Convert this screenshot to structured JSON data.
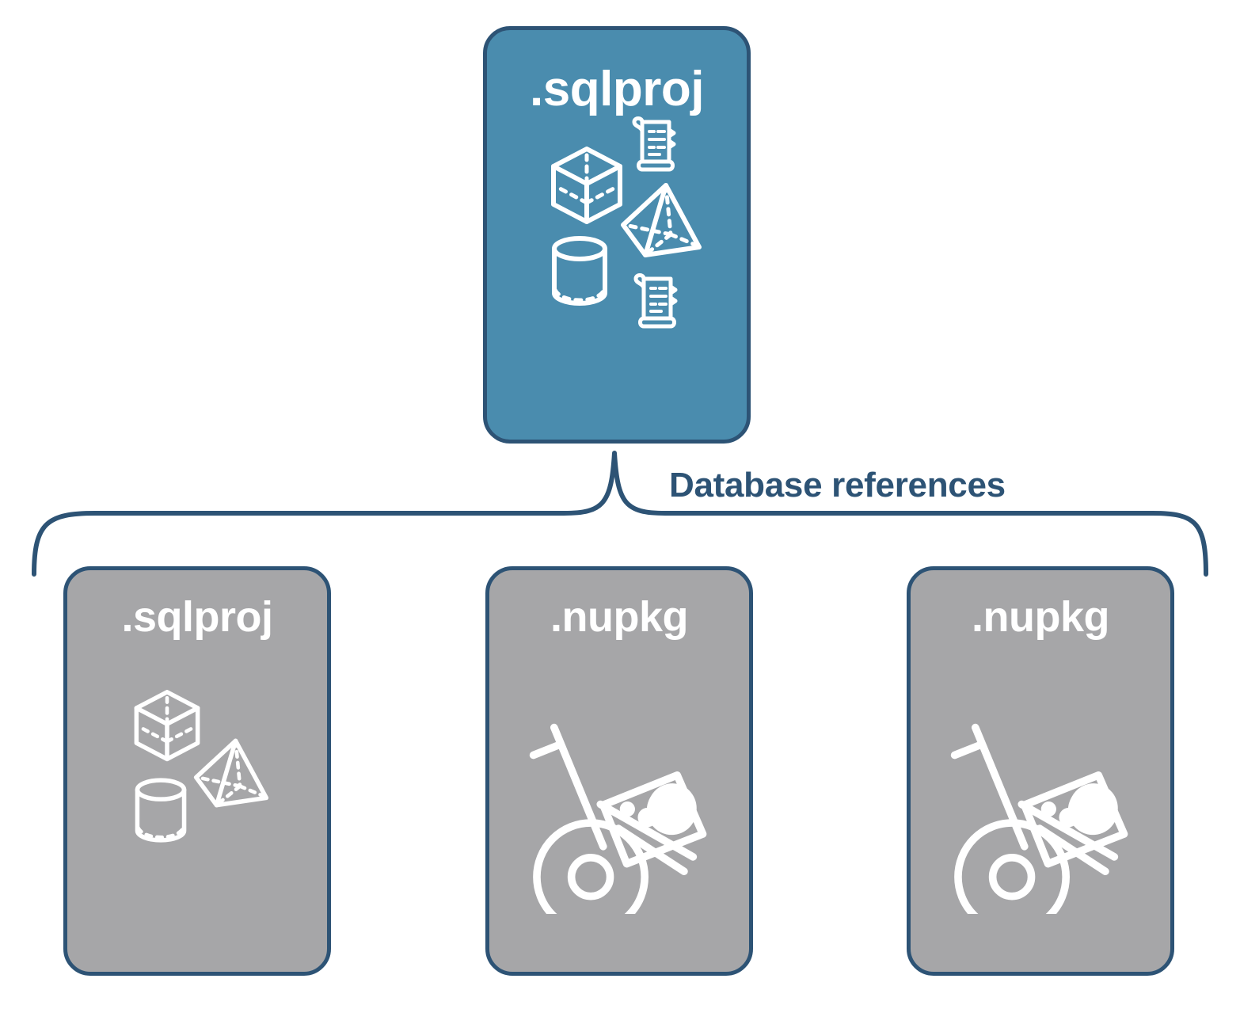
{
  "diagram": {
    "title": "Database references",
    "colors": {
      "primary_fill": "#4A8CAE",
      "secondary_fill": "#A6A6A8",
      "stroke": "#2D5375",
      "icon": "#FFFFFF",
      "background": "#FFFFFF"
    }
  },
  "root_node": {
    "label": ".sqlproj",
    "fill": "#4A8CAE",
    "icons": [
      "cube-icon",
      "scroll-icon",
      "pyramid-icon",
      "cylinder-icon",
      "scroll-icon"
    ]
  },
  "connector": {
    "label": "Database references",
    "style": "curly-brace",
    "color": "#2D5375"
  },
  "reference_nodes": [
    {
      "label": ".sqlproj",
      "fill": "#A6A6A8",
      "icons": [
        "cube-icon",
        "pyramid-icon",
        "cylinder-icon"
      ]
    },
    {
      "label": ".nupkg",
      "fill": "#A6A6A8",
      "icons": [
        "hand-truck-package-icon"
      ]
    },
    {
      "label": ".nupkg",
      "fill": "#A6A6A8",
      "icons": [
        "hand-truck-package-icon"
      ]
    }
  ]
}
